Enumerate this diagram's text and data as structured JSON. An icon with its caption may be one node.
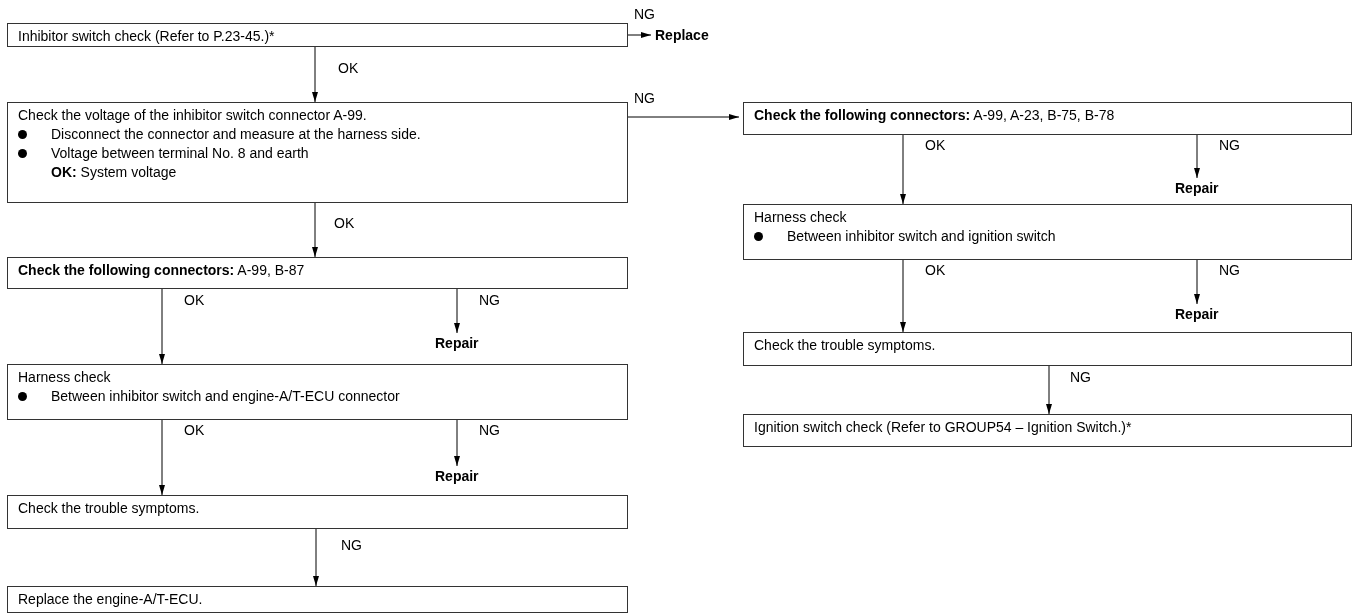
{
  "diagram": {
    "nodes": [
      {
        "text": [
          "Inhibitor switch check (Refer to P.23-45.)*"
        ]
      },
      {
        "text": [
          "Replace"
        ]
      },
      {
        "text": [
          "Check the voltage of the inhibitor switch connector A-99.",
          "Disconnect the connector and measure at the harness side.",
          "Voltage between terminal No. 8 and earth",
          "**OK:** System voltage"
        ]
      },
      {
        "text": [
          "**Check the following connectors:** A-99, B-87"
        ]
      },
      {
        "text": [
          "Repair"
        ]
      },
      {
        "text": [
          "Harness check",
          "Between inhibitor switch and engine-A/T-ECU connector"
        ]
      },
      {
        "text": [
          "Repair"
        ]
      },
      {
        "text": [
          "Check the trouble symptoms."
        ]
      },
      {
        "text": [
          "Replace the engine-A/T-ECU."
        ]
      },
      {
        "text": [
          "**Check the following connectors:** A-99, A-23, B-75, B-78"
        ]
      },
      {
        "text": [
          "Repair"
        ]
      },
      {
        "text": [
          "Harness check",
          "Between inhibitor switch and ignition switch"
        ]
      },
      {
        "text": [
          "Repair"
        ]
      },
      {
        "text": [
          "Check the trouble symptoms."
        ]
      },
      {
        "text": [
          "Ignition switch check (Refer to GROUP54 – Ignition Switch.)*"
        ]
      }
    ],
    "edges": [
      {
        "from": 0,
        "to": 1,
        "arrow": "to",
        "label": "NG"
      },
      {
        "from": 0,
        "to": 2,
        "arrow": "to",
        "label": "OK"
      },
      {
        "from": 2,
        "to": 9,
        "arrow": "to",
        "label": "NG"
      },
      {
        "from": 2,
        "to": 3,
        "arrow": "to",
        "label": "OK"
      },
      {
        "from": 3,
        "to": 5,
        "arrow": "to",
        "label": "OK"
      },
      {
        "from": 3,
        "to": 4,
        "arrow": "to",
        "label": "NG"
      },
      {
        "from": 5,
        "to": 7,
        "arrow": "to",
        "label": "OK"
      },
      {
        "from": 5,
        "to": 6,
        "arrow": "to",
        "label": "NG"
      },
      {
        "from": 7,
        "to": 8,
        "arrow": "to",
        "label": "NG"
      },
      {
        "from": 9,
        "to": 11,
        "arrow": "to",
        "label": "OK"
      },
      {
        "from": 9,
        "to": 10,
        "arrow": "to",
        "label": "NG"
      },
      {
        "from": 11,
        "to": 13,
        "arrow": "to",
        "label": "OK"
      },
      {
        "from": 11,
        "to": 12,
        "arrow": "to",
        "label": "NG"
      },
      {
        "from": 13,
        "to": 14,
        "arrow": "to",
        "label": "NG"
      }
    ]
  }
}
